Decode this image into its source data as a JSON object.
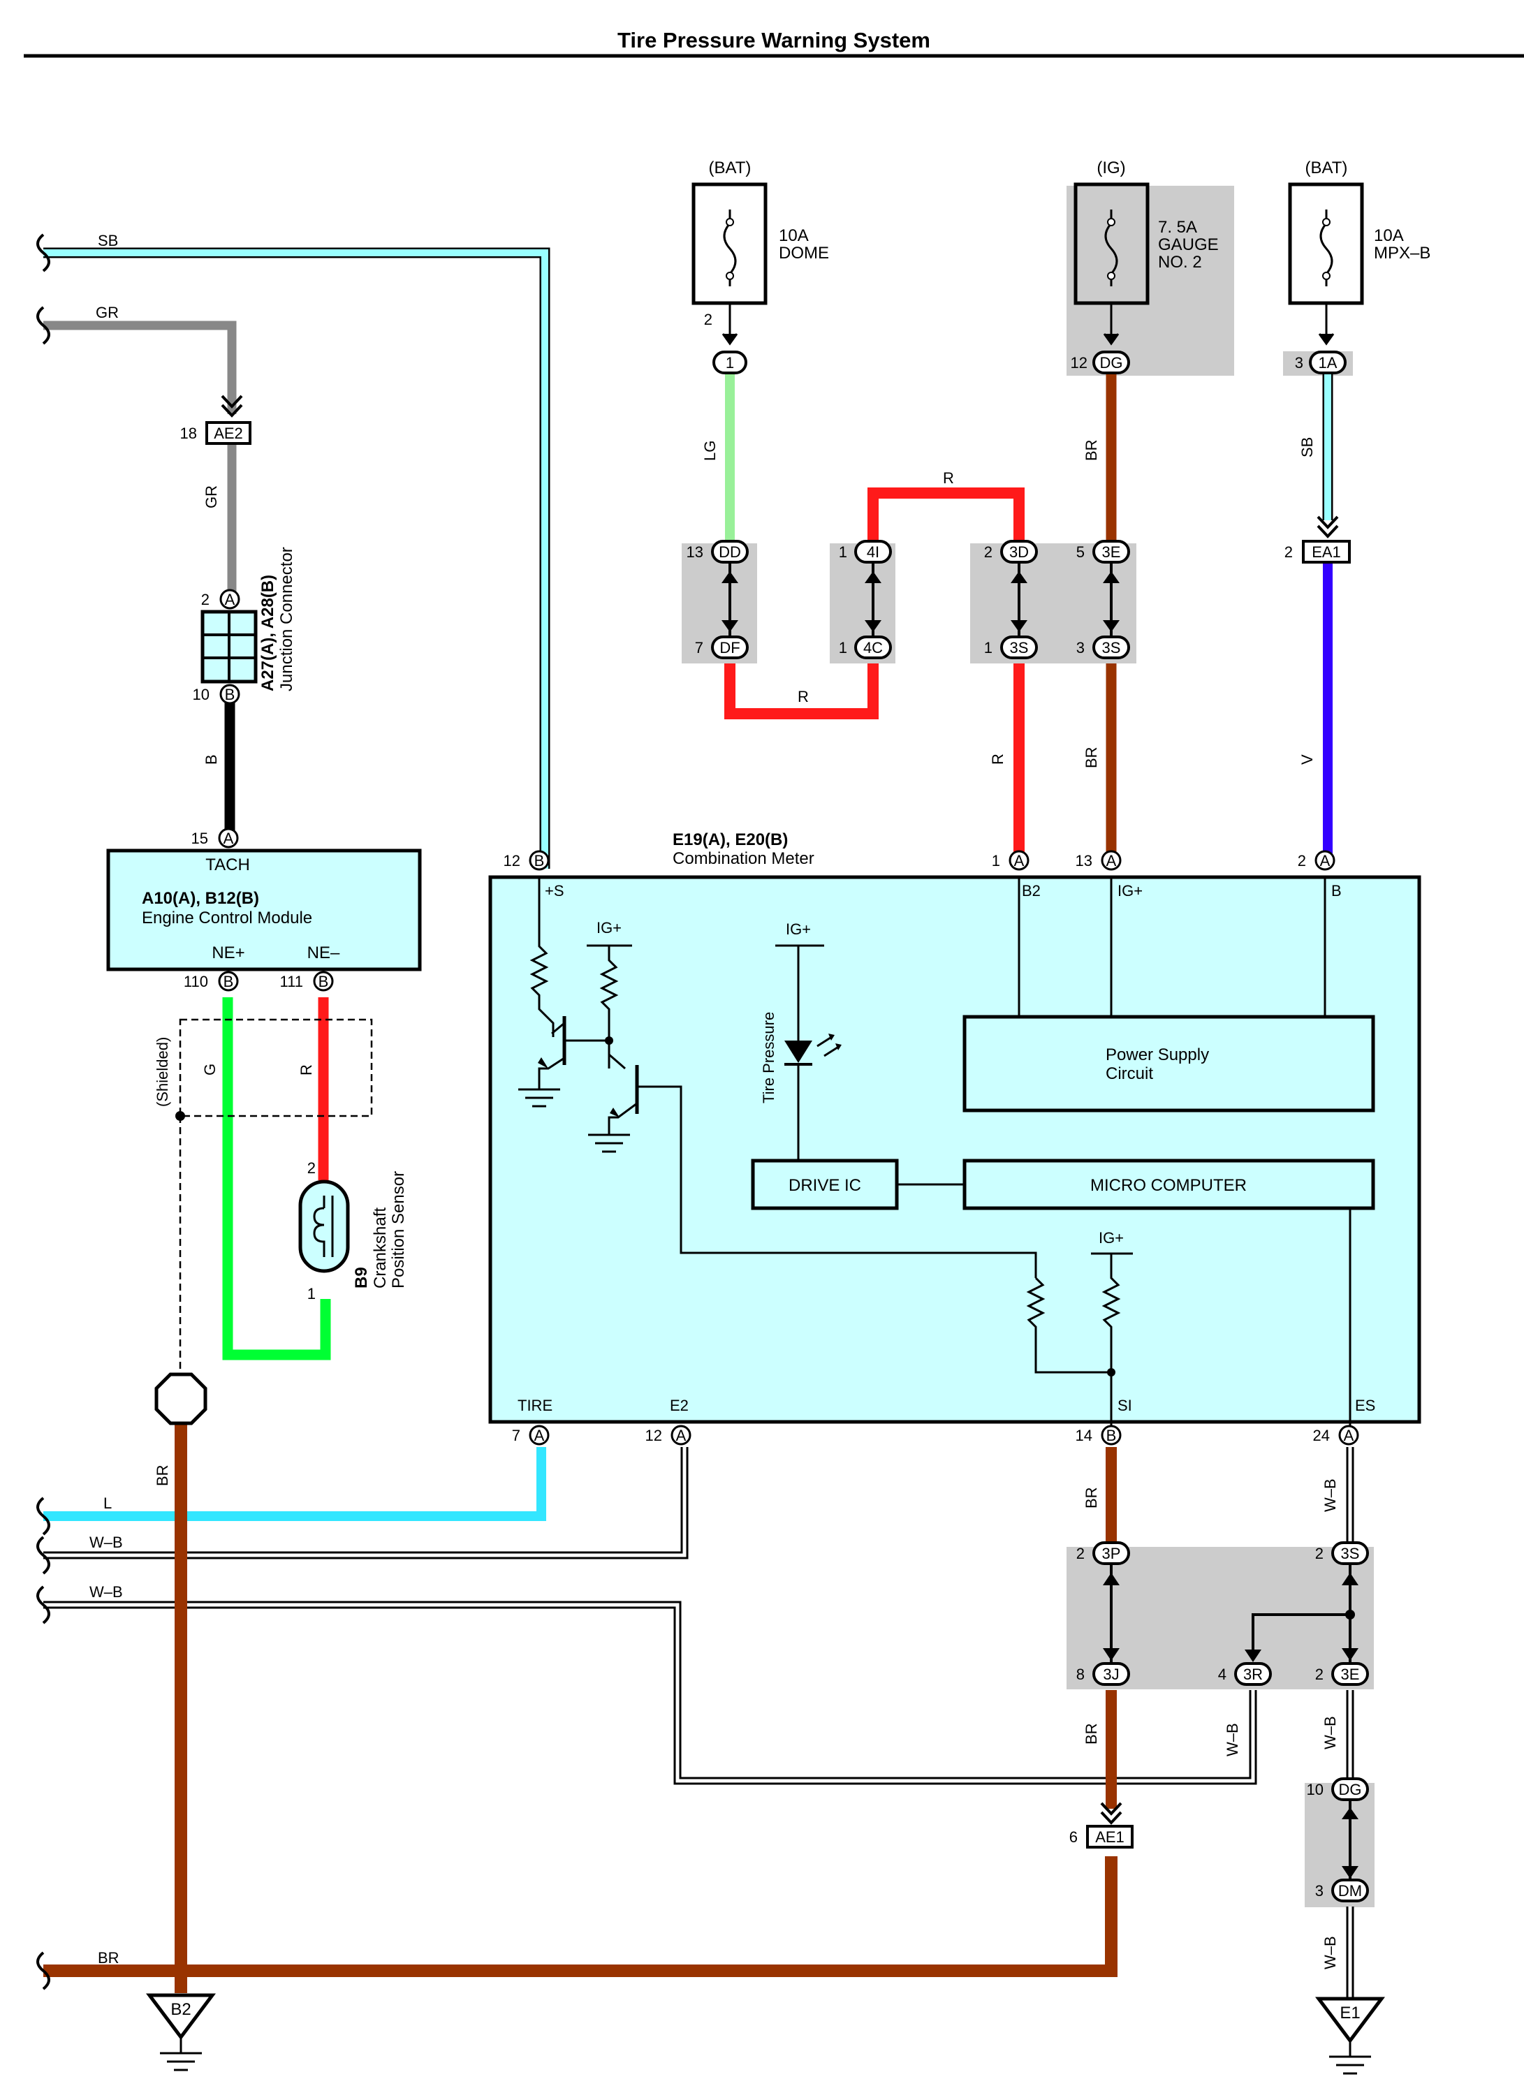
{
  "title": "Tire Pressure Warning System",
  "colors": {
    "SB": "#99ffff",
    "GR": "#888888",
    "B": "#000000",
    "G": "#00ff33",
    "R": "#ff1a1a",
    "BR": "#993300",
    "LG": "#99f099",
    "V": "#3300ff",
    "L": "#33e6ff",
    "WB": "#ffffff",
    "meter_fill": "#ccffff",
    "shade": "#cccccc"
  },
  "supplies": [
    {
      "source": "(BAT)",
      "rating": "10A",
      "name": "DOME",
      "pin": "2"
    },
    {
      "source": "(IG)",
      "rating": "7. 5A",
      "name1": "GAUGE",
      "name2": "NO. 2"
    },
    {
      "source": "(BAT)",
      "rating": "10A",
      "name": "MPX–B"
    }
  ],
  "wire_labels": {
    "sb": "SB",
    "gr": "GR",
    "gr2": "GR",
    "b": "B",
    "lg": "LG",
    "r_top": "R",
    "r_bot": "R",
    "r_v": "R",
    "br1": "BR",
    "br2": "BR",
    "sb2": "SB",
    "v": "V",
    "g": "G",
    "r_sensor": "R",
    "shielded": "(Shielded)",
    "br_gnd": "BR",
    "l": "L",
    "wb1": "W–B",
    "wb2": "W–B",
    "br3": "BR",
    "wb3": "W–B",
    "br4": "BR",
    "wb4": "W–B",
    "wb5": "W–B",
    "wb6": "W–B",
    "br_bottom": "BR"
  },
  "connectors": {
    "c1": {
      "code": "1"
    },
    "dg_top": {
      "code": "DG",
      "pin": "12"
    },
    "1a": {
      "code": "1A",
      "pin": "3"
    },
    "ae2": {
      "code": "AE2",
      "pin": "18"
    },
    "ea1": {
      "code": "EA1",
      "pin": "2"
    },
    "dd": {
      "code": "DD",
      "pin": "13"
    },
    "df": {
      "code": "DF",
      "pin": "7"
    },
    "4i": {
      "code": "4I",
      "pin": "1"
    },
    "4c": {
      "code": "4C",
      "pin": "1"
    },
    "3d": {
      "code": "3D",
      "pin": "2"
    },
    "3s_a": {
      "code": "3S",
      "pin": "1"
    },
    "3e_a": {
      "code": "3E",
      "pin": "5"
    },
    "3s_b": {
      "code": "3S",
      "pin": "3"
    },
    "3p": {
      "code": "3P",
      "pin": "2"
    },
    "3s_c": {
      "code": "3S",
      "pin": "2"
    },
    "3j": {
      "code": "3J",
      "pin": "8"
    },
    "3r": {
      "code": "3R",
      "pin": "4"
    },
    "3e_b": {
      "code": "3E",
      "pin": "2"
    },
    "dg_b": {
      "code": "DG",
      "pin": "10"
    },
    "dm": {
      "code": "DM",
      "pin": "3"
    },
    "ae1": {
      "code": "AE1",
      "pin": "6"
    }
  },
  "junction_connector": {
    "name": "A27(A), A28(B)",
    "label": "Junction Connector",
    "pin_a": "2",
    "pin_a_letter": "A",
    "pin_b": "10",
    "pin_b_letter": "B"
  },
  "ecm": {
    "code": "A10(A), B12(B)",
    "name": "Engine Control Module",
    "tach": "TACH",
    "tach_pin": "15",
    "tach_letter": "A",
    "ne_plus": "NE+",
    "ne_minus": "NE–",
    "ne_plus_pin": "110",
    "ne_minus_pin": "111",
    "ne_letter": "B"
  },
  "sensor": {
    "code": "B9",
    "name1": "Crankshaft",
    "name2": "Position Sensor",
    "pin2": "2",
    "pin1": "1"
  },
  "meter": {
    "code": "E19(A), E20(B)",
    "name": "Combination Meter",
    "top_pins": [
      {
        "num": "12",
        "letter": "B",
        "term": "+S"
      },
      {
        "num": "1",
        "letter": "A",
        "term": "B2"
      },
      {
        "num": "13",
        "letter": "A",
        "term": "IG+"
      },
      {
        "num": "2",
        "letter": "A",
        "term": "B"
      }
    ],
    "bottom_pins": [
      {
        "num": "7",
        "letter": "A",
        "term": "TIRE"
      },
      {
        "num": "12",
        "letter": "A",
        "term": "E2"
      },
      {
        "num": "14",
        "letter": "B",
        "term": "SI"
      },
      {
        "num": "24",
        "letter": "A",
        "term": "ES"
      }
    ],
    "ig_plus": "IG+",
    "tire_pressure": "Tire Pressure",
    "power_supply_1": "Power Supply",
    "power_supply_2": "Circuit",
    "drive_ic": "DRIVE IC",
    "micro_computer": "MICRO COMPUTER"
  },
  "grounds": {
    "b2": "B2",
    "e1": "E1"
  }
}
